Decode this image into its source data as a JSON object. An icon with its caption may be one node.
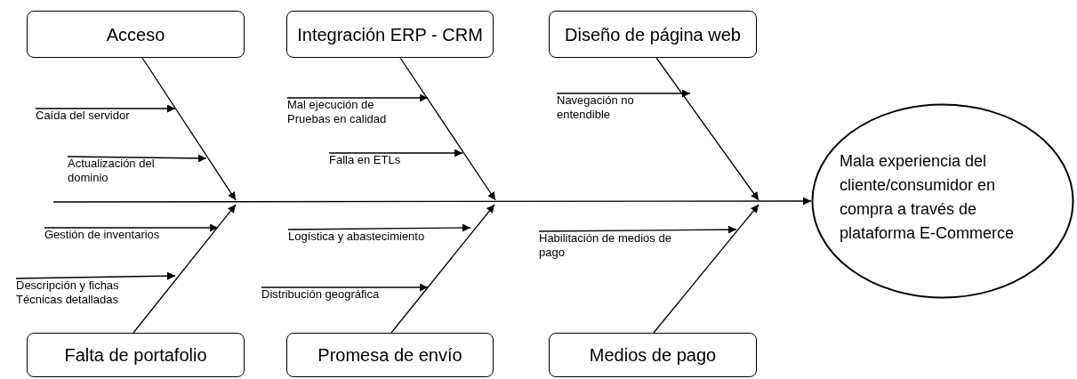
{
  "diagram": {
    "nodes": [
      {
        "text": [
          "Acceso"
        ]
      },
      {
        "text": [
          "Integración ERP - CRM"
        ]
      },
      {
        "text": [
          "Diseño de página web"
        ]
      },
      {
        "text": [
          "Mala experiencia del cliente/consumidor en compra a través de plataforma E-Commerce"
        ]
      },
      {
        "text": [
          "Caída del servidor"
        ]
      },
      {
        "text": [
          "Mal ejecución de Pruebas en calidad"
        ]
      },
      {
        "text": [
          "Navegación no entendible"
        ]
      },
      {
        "text": [
          "Actualización del dominio"
        ]
      },
      {
        "text": [
          "Falla en ETLs"
        ]
      },
      {
        "text": [
          "Gestión de inventarios"
        ]
      },
      {
        "text": [
          "Habilitación de medios de pago"
        ]
      },
      {
        "text": [
          "Logística y abastecimiento"
        ]
      },
      {
        "text": [
          "Descripción y fichas Técnicas detalladas"
        ]
      },
      {
        "text": [
          "Distribución geográfica"
        ]
      },
      {
        "text": [
          "Falta de portafolio"
        ]
      },
      {
        "text": [
          "Promesa de envío"
        ]
      },
      {
        "text": [
          "Medios de pago"
        ]
      }
    ],
    "edges": [
      {
        "from": null,
        "to": 3,
        "arrow": "to"
      },
      {
        "from": 0,
        "to": null,
        "arrow": "to"
      },
      {
        "from": 1,
        "to": null,
        "arrow": "to"
      },
      {
        "from": 2,
        "to": null,
        "arrow": "to"
      },
      {
        "from": 14,
        "to": null,
        "arrow": "to"
      },
      {
        "from": 15,
        "to": null,
        "arrow": "to"
      },
      {
        "from": 16,
        "to": null,
        "arrow": "to"
      },
      {
        "from": 4,
        "to": null,
        "arrow": "to"
      },
      {
        "from": 5,
        "to": null,
        "arrow": "to"
      },
      {
        "from": 6,
        "to": null,
        "arrow": "to"
      },
      {
        "from": 7,
        "to": null,
        "arrow": "to"
      },
      {
        "from": 8,
        "to": null,
        "arrow": "to"
      },
      {
        "from": 9,
        "to": null,
        "arrow": "to"
      },
      {
        "from": 10,
        "to": null,
        "arrow": "to"
      },
      {
        "from": 11,
        "to": null,
        "arrow": "to"
      },
      {
        "from": 12,
        "to": null,
        "arrow": "to"
      },
      {
        "from": 13,
        "to": null,
        "arrow": "to"
      }
    ]
  }
}
